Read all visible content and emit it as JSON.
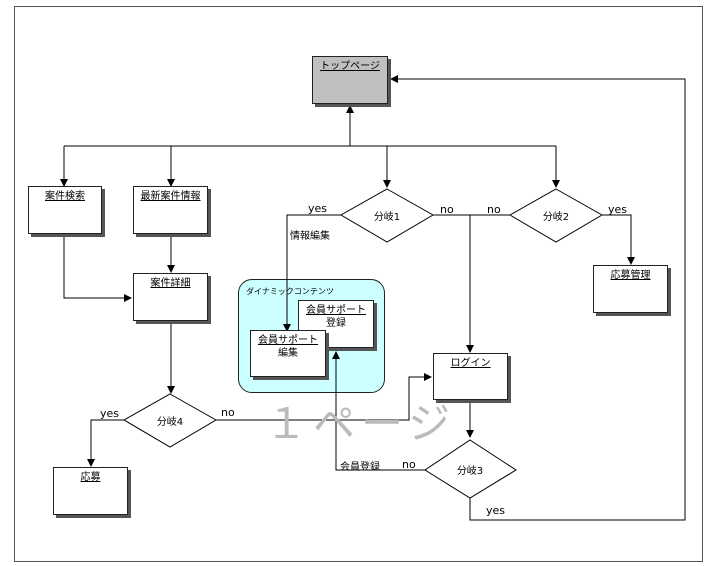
{
  "nodes": {
    "top_page": "トップページ",
    "search": "案件検索",
    "latest": "最新案件情報",
    "detail": "案件詳細",
    "apply": "応募",
    "apply_manage": "応募管理",
    "login": "ログイン",
    "member_reg_line1": "会員サポート",
    "member_reg_line2": "登録",
    "member_edit_line1": "会員サポート",
    "member_edit_line2": "編集",
    "dynamic_title": "ダイナミックコンテンツ"
  },
  "branches": {
    "b1": "分岐1",
    "b2": "分岐2",
    "b3": "分岐3",
    "b4": "分岐4"
  },
  "edge_labels": {
    "b1_yes": "yes",
    "b1_no": "no",
    "b1_edit": "情報編集",
    "b2_no": "no",
    "b2_yes": "yes",
    "b4_yes": "yes",
    "b4_no": "no",
    "b3_no": "no",
    "b3_reg": "会員登録",
    "b3_yes": "yes"
  },
  "watermark": "１ページ",
  "colors": {
    "top_page_fill": "#c0c0c0",
    "dynamic_fill": "#ccffff"
  }
}
